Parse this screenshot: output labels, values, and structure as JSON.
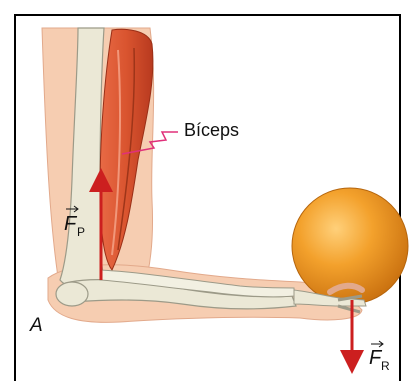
{
  "labels": {
    "biceps": "Bíceps",
    "fp_main": "F",
    "fp_sub": "P",
    "fr_main": "F",
    "fr_sub": "R",
    "point_a": "A"
  },
  "colors": {
    "arrow": "#cc1f1f",
    "skin": "#f6cdb1",
    "bone": "#ebe8d6",
    "muscle": "#d9542f",
    "ball": "#f3a12c",
    "callout": "#e0307a"
  }
}
